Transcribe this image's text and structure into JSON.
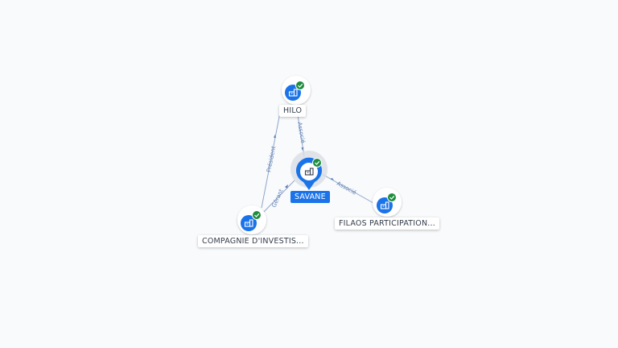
{
  "colors": {
    "background": "#f8fafc",
    "node_blue": "#1a73e8",
    "check_green": "#1e8e3e",
    "edge": "#8fa6c8",
    "edge_label": "#5f7fb3"
  },
  "nodes": {
    "main": {
      "label": "SAVANE",
      "icon": "building-icon",
      "status": "verified-check-icon"
    },
    "hilo": {
      "label": "HILO",
      "icon": "building-icon",
      "status": "verified-check-icon"
    },
    "compagnie": {
      "label": "COMPAGNIE D'INVESTIS...",
      "icon": "building-icon",
      "status": "verified-check-icon"
    },
    "filaos": {
      "label": "FILAOS PARTICIPATION...",
      "icon": "building-icon",
      "status": "verified-check-icon"
    }
  },
  "edges": {
    "hilo_main": {
      "label": "Associé"
    },
    "compagnie_hilo": {
      "label": "Président"
    },
    "compagnie_main": {
      "label": "Gérant"
    },
    "filaos_main": {
      "label": "Associé"
    }
  }
}
